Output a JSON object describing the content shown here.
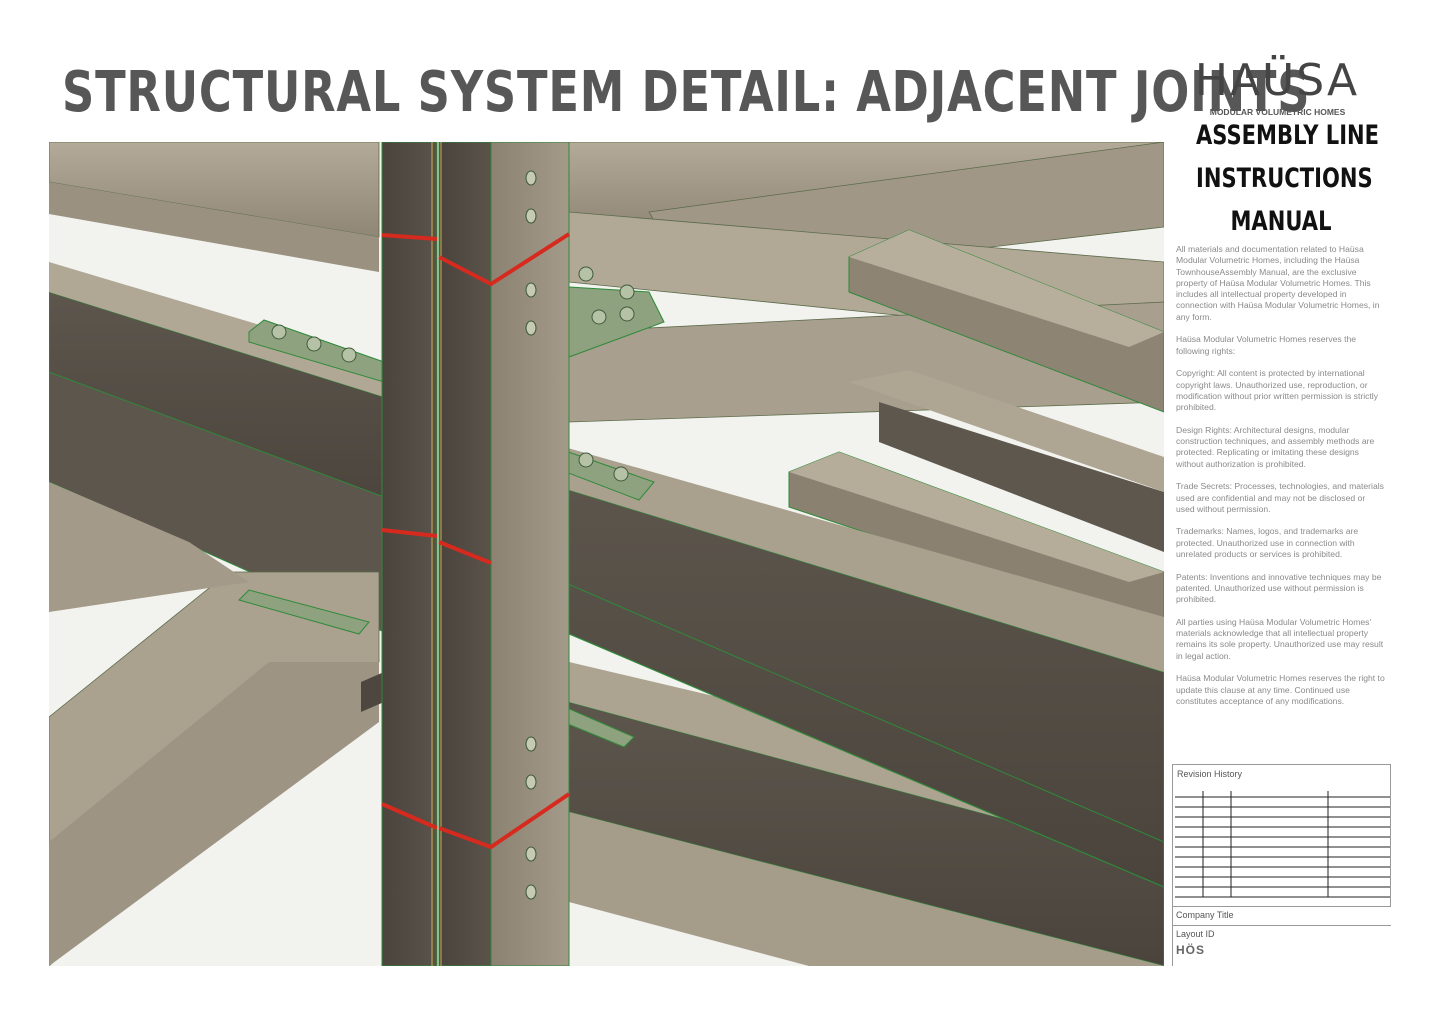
{
  "header": {
    "title": "STRUCTURAL SYSTEM DETAIL: ADJACENT JOINTS"
  },
  "brand": {
    "wordmark": "HAÜSA",
    "tagline": "MODULAR VOLUMETRIC HOMES"
  },
  "manual_title": {
    "line1": "ASSEMBLY LINE",
    "line2": "INSTRUCTIONS",
    "line3": "MANUAL"
  },
  "legal": {
    "p1": "All materials and documentation related to Haüsa Modular Volumetric Homes, including the Haüsa TownhouseAssembly Manual, are the exclusive property of Haüsa Modular Volumetric Homes. This includes all intellectual property developed in connection with Haüsa Modular Volumetric Homes, in any form.",
    "p2": "Haüsa Modular Volumetric Homes reserves the following rights:",
    "p3": "Copyright: All content is protected by international copyright laws. Unauthorized use, reproduction, or modification without prior written permission is strictly prohibited.",
    "p4": "Design Rights: Architectural designs, modular construction techniques, and assembly methods are protected. Replicating or imitating these designs without authorization is prohibited.",
    "p5": "Trade Secrets: Processes, technologies, and materials used are confidential and may not be disclosed or used without permission.",
    "p6": "Trademarks: Names, logos, and trademarks are protected. Unauthorized use in connection with unrelated products or services is prohibited.",
    "p7": "Patents: Inventions and innovative techniques may be patented. Unauthorized use without permission is prohibited.",
    "p8": "All parties using Haüsa Modular Volumetric Homes' materials acknowledge that all intellectual property remains its sole property. Unauthorized use may result in legal action.",
    "p9": "Haüsa Modular Volumetric Homes reserves the right to update this clause at any time. Continued use constitutes acceptance of any modifications."
  },
  "title_block": {
    "revision_label": "Revision History",
    "company_label": "Company Title",
    "layout_label": "Layout ID",
    "layout_id": "HÖS"
  },
  "colors": {
    "steel": "#6e665c",
    "steel_light": "#a59c8c",
    "steel_dark": "#4b453e",
    "weld": "#d62a1f",
    "plate": "#8fa27f",
    "edge_green": "#2f8a3a"
  }
}
